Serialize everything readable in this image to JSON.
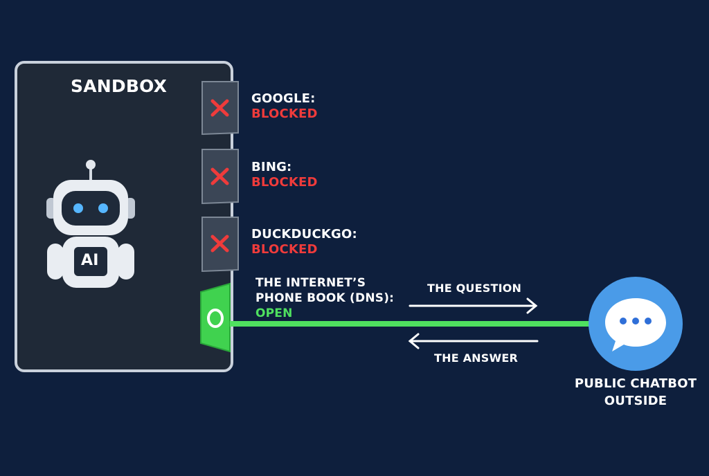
{
  "sandbox": {
    "title": "SANDBOX",
    "chip_label": "AI"
  },
  "doors": [
    {
      "name": "GOOGLE:",
      "status": "BLOCKED"
    },
    {
      "name": "BING:",
      "status": "BLOCKED"
    },
    {
      "name": "DUCKDUCKGO:",
      "status": "BLOCKED"
    }
  ],
  "dns": {
    "line1": "THE INTERNET’S",
    "line2": "PHONE BOOK (DNS):",
    "status": "OPEN"
  },
  "arrows": {
    "outgoing": "THE QUESTION",
    "incoming": "THE ANSWER"
  },
  "outside": {
    "line1": "PUBLIC CHATBOT",
    "line2": "OUTSIDE"
  },
  "colors": {
    "background": "#0e1f3d",
    "sandbox_fill": "#1f2937",
    "blocked": "#ef3b3b",
    "open": "#4fe05f",
    "chatbot": "#4a9be8"
  }
}
